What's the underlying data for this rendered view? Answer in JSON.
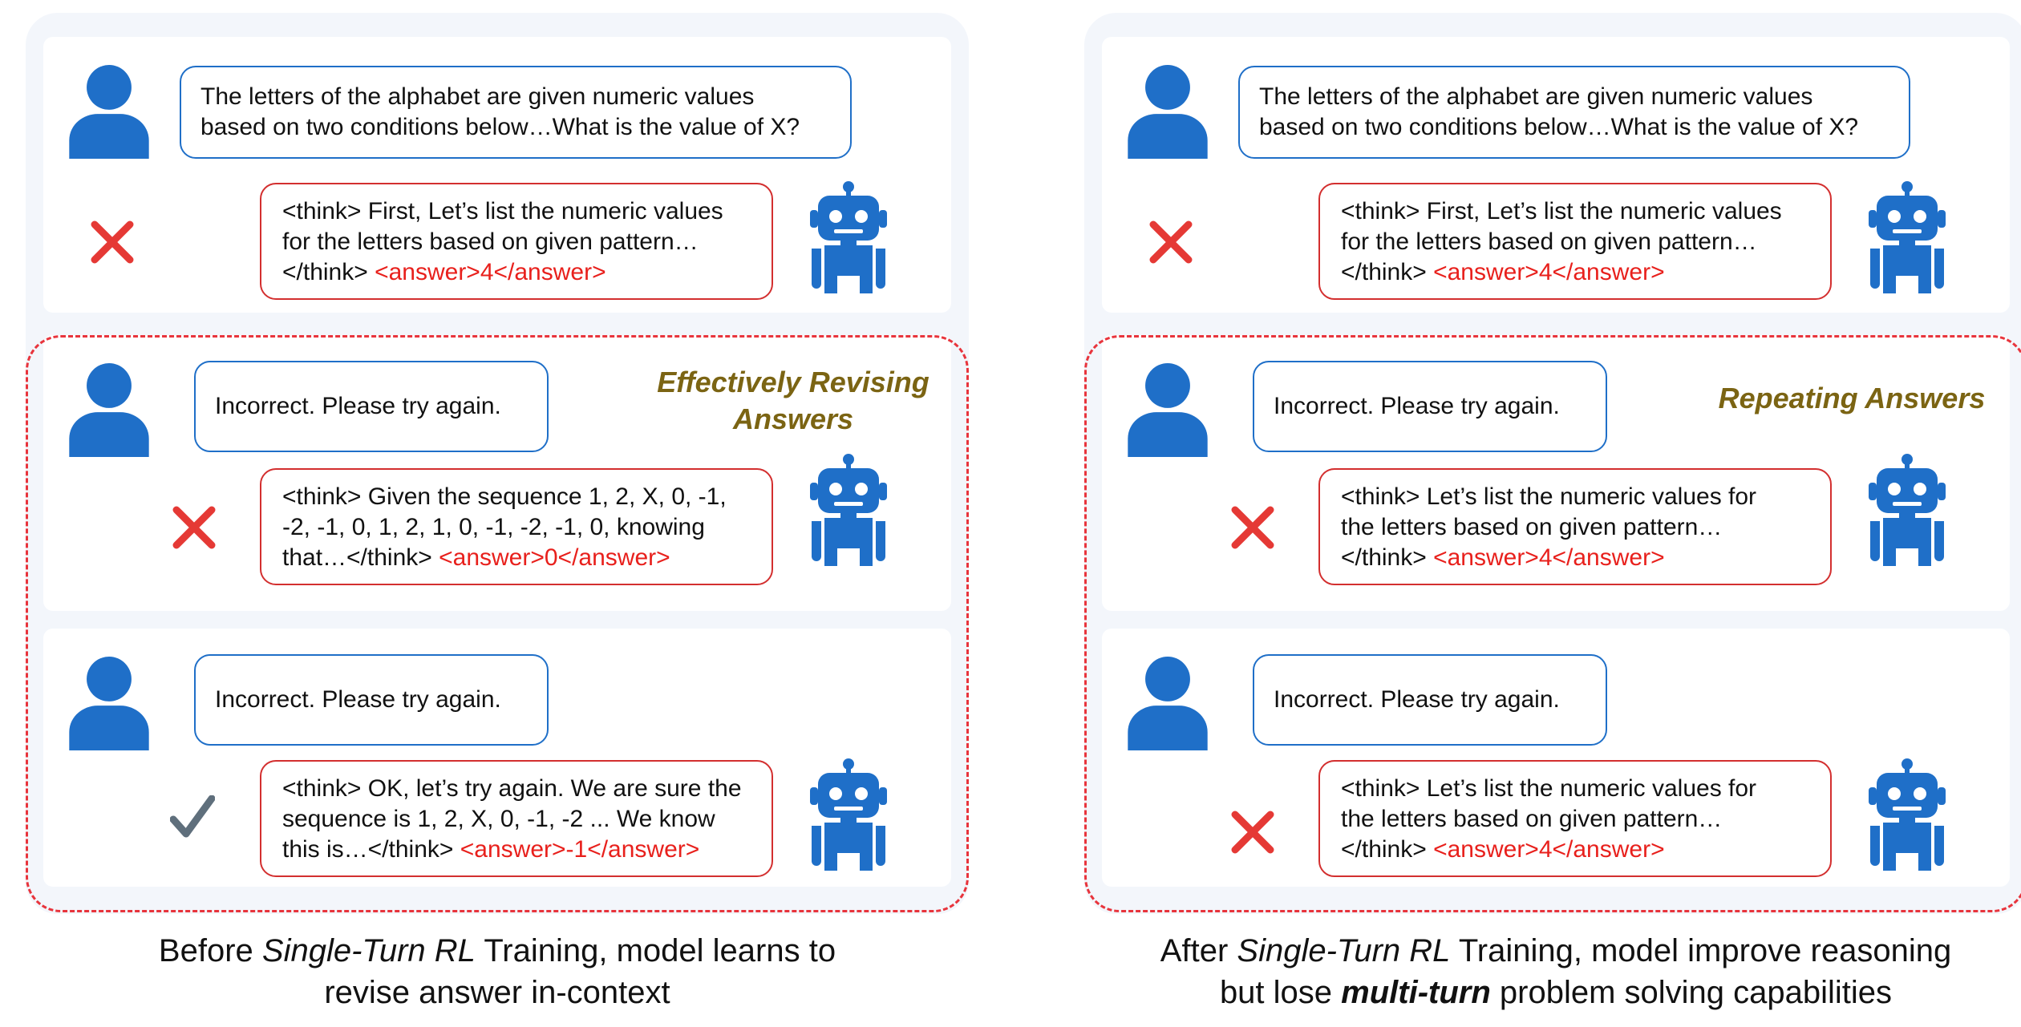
{
  "panels": {
    "left": {
      "turn1": {
        "user": [
          "The letters of the alphabet are given numeric values",
          "based on two conditions below…What is the value of X?"
        ],
        "bot": [
          "<think> First, Let’s list the numeric values",
          "for the letters based on given pattern…",
          "</think> "
        ],
        "answer": "<answer>4</answer>",
        "mark": "cross-icon"
      },
      "annotation": [
        "Effectively Revising",
        "Answers"
      ],
      "turn2": {
        "user": "Incorrect. Please try again.",
        "bot": [
          "<think> Given the sequence 1, 2, X, 0, -1,",
          "-2, -1, 0, 1, 2, 1, 0, -1, -2, -1, 0, knowing",
          "that…</think> "
        ],
        "answer": "<answer>0</answer>",
        "mark": "cross-icon"
      },
      "turn3": {
        "user": "Incorrect. Please try again.",
        "bot": [
          "<think> OK, let’s try again. We are sure the",
          "sequence is 1, 2, X, 0, -1, -2 ... We know",
          "this is…</think> "
        ],
        "answer": "<answer>-1</answer>",
        "mark": "check-icon"
      },
      "caption": {
        "line1": [
          "Before ",
          "Single-Turn RL",
          " Training, model learns to"
        ],
        "line2": "revise answer in-context"
      }
    },
    "right": {
      "turn1": {
        "user": [
          "The letters of the alphabet are given numeric values",
          "based on two conditions below…What is the value of X?"
        ],
        "bot": [
          "<think> First, Let’s list the numeric values",
          "for the letters based on given pattern…",
          "</think> "
        ],
        "answer": "<answer>4</answer>",
        "mark": "cross-icon"
      },
      "annotation": [
        "Repeating Answers"
      ],
      "turn2": {
        "user": "Incorrect. Please try again.",
        "bot": [
          "<think> Let’s list the numeric values for",
          "the letters based on given pattern…",
          "</think> "
        ],
        "answer": "<answer>4</answer>",
        "mark": "cross-icon"
      },
      "turn3": {
        "user": "Incorrect. Please try again.",
        "bot": [
          "<think> Let’s list the numeric values for",
          "the letters based on given pattern…",
          "</think> "
        ],
        "answer": "<answer>4</answer>",
        "mark": "cross-icon"
      },
      "caption": {
        "line1": [
          "After ",
          "Single-Turn RL",
          " Training, model improve reasoning"
        ],
        "line2": [
          "but lose ",
          "multi-turn",
          " problem solving capabilities"
        ]
      }
    }
  },
  "colors": {
    "user_blue": "#1f6fc8",
    "bot_border_red": "#d32f2f",
    "answer_red": "#e8201c",
    "cross_red": "#e53935",
    "check_gray": "#5f6f7c",
    "annotation_gold": "#7b6413",
    "panel_bg": "#f3f6fb",
    "dashed_border": "#e8343c"
  }
}
